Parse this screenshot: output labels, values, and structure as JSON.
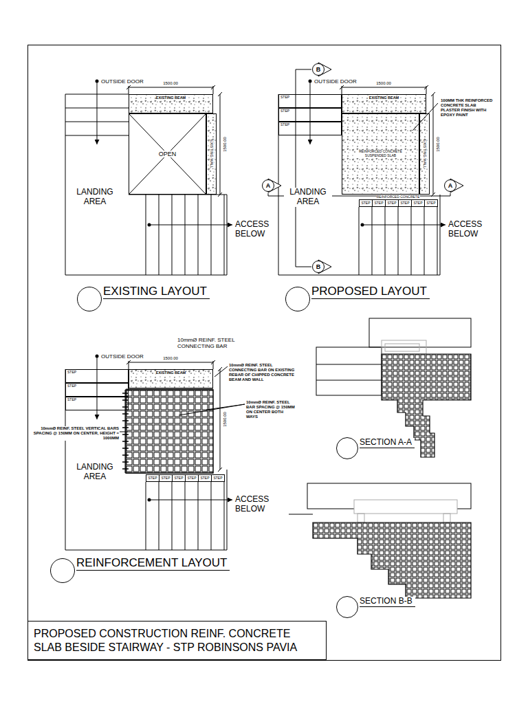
{
  "diagram": {
    "nodes": [
      {
        "text": [
          "EXISTING BEAM"
        ]
      },
      {
        "text": [
          "OPEN"
        ]
      },
      {
        "text": [
          "EXISTING WALL"
        ]
      },
      {
        "text": [
          "EXISTING LAYOUT"
        ]
      },
      {
        "text": [
          "B"
        ]
      },
      {
        "text": [
          "STEP"
        ]
      },
      {
        "text": [
          "STEP"
        ]
      },
      {
        "text": [
          "STEP"
        ]
      },
      {
        "text": [
          "EXISTING BEAM"
        ]
      },
      {
        "text": [
          "REINFORCED CONCRETE SUSPENDED SLAB"
        ]
      },
      {
        "text": [
          "EXISTING WALL"
        ]
      },
      {
        "text": [
          "A"
        ]
      },
      {
        "text": [
          "A"
        ]
      },
      {
        "text": [
          "STEP"
        ]
      },
      {
        "text": [
          "STEP"
        ]
      },
      {
        "text": [
          "STEP"
        ]
      },
      {
        "text": [
          "STEP"
        ]
      },
      {
        "text": [
          "STEP"
        ]
      },
      {
        "text": [
          "STEP"
        ]
      },
      {
        "text": [
          "B"
        ]
      },
      {
        "text": [
          "PROPOSED LAYOUT"
        ]
      },
      {
        "text": [
          "STEP"
        ]
      },
      {
        "text": [
          "STEP"
        ]
      },
      {
        "text": [
          "STEP"
        ]
      },
      {
        "text": [
          "EXISTING BEAM"
        ]
      },
      {
        "text": [
          "STEP"
        ]
      },
      {
        "text": [
          "STEP"
        ]
      },
      {
        "text": [
          "STEP"
        ]
      },
      {
        "text": [
          "STEP"
        ]
      },
      {
        "text": [
          "STEP"
        ]
      },
      {
        "text": [
          "STEP"
        ]
      },
      {
        "text": [
          "REINFORCEMENT LAYOUT"
        ]
      },
      {
        "text": [
          "SECTION A-A"
        ]
      },
      {
        "text": [
          "SECTION B-B"
        ]
      },
      {
        "text": [
          "PROPOSED CONSTRUCTION REINF. CONCRETE SLAB BESIDE STAIRWAY - STP ROBINSONS PAVIA"
        ]
      }
    ],
    "edges": [
      {
        "from": 11,
        "to": 12,
        "arrow": "none"
      },
      {
        "from": 4,
        "to": 19,
        "arrow": "none"
      }
    ],
    "labels": [
      "OUTSIDE DOOR",
      "1500.00",
      "1500.00",
      "LANDING AREA",
      "ACCESS BELOW",
      "OUTSIDE DOOR",
      "1500.00",
      "100MM THK REINFORCED CONCRETE SLAB PLASTER FINISH WITH EPOXY PAINT",
      "1500.00",
      "REINFORCED CONCRETE",
      "LANDING AREA",
      "ACCESS BELOW",
      "10mmØ REINF. STEEL CONNECTING BAR",
      "OUTSIDE DOOR",
      "1500.00",
      "10mmØ REINF. STEEL CONNECTING BAR ON EXISTING REBAR OF CHIPPED CONCRETE BEAM AND WALL",
      "10mmØ REINF. STEEL BAR SPACING @ 150MM ON CENTER BOTH WAYS",
      "10mmØ REINF. STEEL VERTICAL BARS SPACING @ 150MM ON CENTER, HEIGHT = 1000MM",
      "1500.00",
      "LANDING AREA",
      "ACCESS BELOW"
    ]
  }
}
